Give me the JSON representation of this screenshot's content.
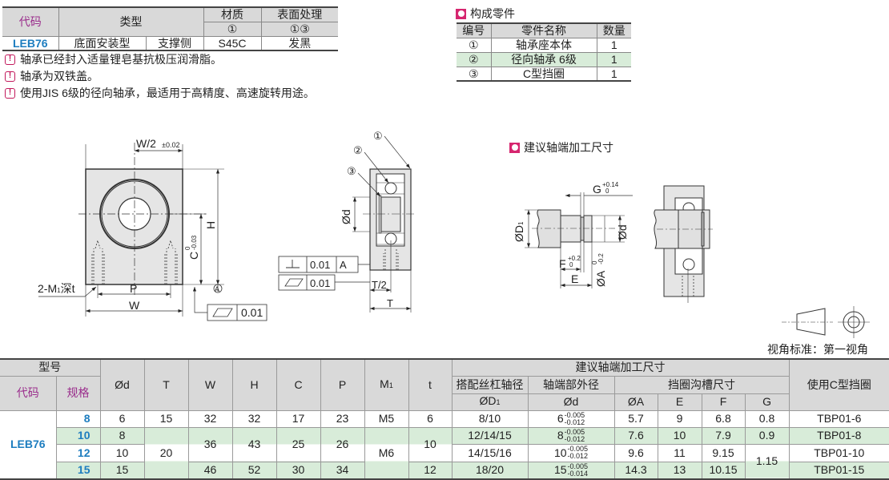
{
  "spec_table": {
    "headers": {
      "code": "代码",
      "type": "类型",
      "material": "材质",
      "surface": "表面处理",
      "material_parts": "①",
      "surface_parts": "①③"
    },
    "row": {
      "code": "LEB76",
      "mount": "底面安装型",
      "side": "支撑侧",
      "material": "S45C",
      "surface": "发黑"
    }
  },
  "notes": [
    "轴承已经封入适量锂皂基抗极压润滑脂。",
    "轴承为双铁盖。",
    "使用JIS 6级的径向轴承，最适用于高精度、高速旋转用途。"
  ],
  "parts": {
    "title": "构成零件",
    "headers": [
      "编号",
      "零件名称",
      "数量"
    ],
    "rows": [
      {
        "no": "①",
        "name": "轴承座本体",
        "qty": "1"
      },
      {
        "no": "②",
        "name": "径向轴承 6级",
        "qty": "1"
      },
      {
        "no": "③",
        "name": "C型挡圈",
        "qty": "1"
      }
    ]
  },
  "drawing_front": {
    "w_half": "W/2",
    "w_half_tol": "±0.02",
    "h": "H",
    "c": "C",
    "c_tol_up": "0",
    "c_tol_lo": "-0.03",
    "datum": "A",
    "p": "P",
    "w": "W",
    "thread": "2-M",
    "thread_sub": "1",
    "thread_depth": "深t",
    "flatness": "0.01"
  },
  "drawing_side": {
    "callouts": [
      "①",
      "②",
      "③"
    ],
    "d": "Ød",
    "perp_value": "0.01",
    "perp_datum": "A",
    "flat_value": "0.01",
    "t_half": "T/2",
    "t": "T"
  },
  "shaft_section": {
    "title": "建议轴端加工尺寸",
    "g": "G",
    "g_up": "+0.14",
    "g_lo": "0",
    "d1": "ØD",
    "d1_sub": "1",
    "d": "Ød",
    "f": "F",
    "f_up": "+0.2",
    "f_lo": "0",
    "a": "ØA",
    "a_up": "0",
    "a_lo": "-0.2",
    "e": "E"
  },
  "view_standard": "视角标准：第一视角",
  "dims_table": {
    "h_model": "型号",
    "h_code": "代码",
    "h_size": "规格",
    "cols": [
      "Ød",
      "T",
      "W",
      "H",
      "C",
      "P",
      "M",
      "t"
    ],
    "m_sub": "1",
    "h_shaft": "建议轴端加工尺寸",
    "h_screw": "搭配丝杠轴径",
    "h_end": "轴端部外径",
    "h_groove": "挡圈沟槽尺寸",
    "h_ring": "使用C型挡圈",
    "h_d1": "ØD",
    "h_d1_sub": "1",
    "h_d": "Ød",
    "h_a": "ØA",
    "h_e": "E",
    "h_f": "F",
    "h_g": "G",
    "code": "LEB76",
    "rows": [
      {
        "size": "8",
        "d": "6",
        "t_thk": "15",
        "w": "32",
        "h": "32",
        "c": "17",
        "p": "23",
        "m": "M5",
        "t": "6",
        "d1": "8/10",
        "sd": "6",
        "sd_up": "-0.005",
        "sd_lo": "-0.012",
        "a": "5.7",
        "e": "9",
        "f": "6.8",
        "g": "0.8",
        "ring": "TBP01-6"
      },
      {
        "size": "10",
        "d": "8",
        "t_thk": "20",
        "w": "36",
        "h": "43",
        "c": "25",
        "p": "26",
        "m": "M6",
        "t": "10",
        "d1": "12/14/15",
        "sd": "8",
        "sd_up": "-0.005",
        "sd_lo": "-0.012",
        "a": "7.6",
        "e": "10",
        "f": "7.9",
        "g": "0.9",
        "ring": "TBP01-8"
      },
      {
        "size": "12",
        "d": "10",
        "d1": "14/15/16",
        "sd": "10",
        "sd_up": "-0.005",
        "sd_lo": "-0.012",
        "a": "9.6",
        "e": "11",
        "f": "9.15",
        "g": "1.15",
        "ring": "TBP01-10"
      },
      {
        "size": "15",
        "d": "15",
        "w": "46",
        "h": "52",
        "c": "30",
        "p": "34",
        "t": "12",
        "d1": "18/20",
        "sd": "15",
        "sd_up": "-0.005",
        "sd_lo": "-0.014",
        "a": "14.3",
        "e": "13",
        "f": "10.15",
        "ring": "TBP01-15"
      }
    ]
  }
}
